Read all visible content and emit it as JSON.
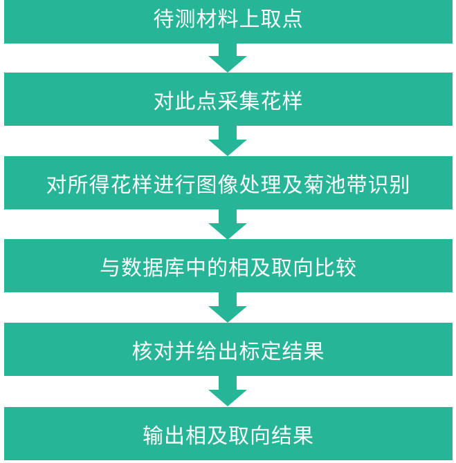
{
  "colors": {
    "box": "#26b596",
    "text": "#ffffff",
    "background": "#ffffff"
  },
  "flow": {
    "steps": [
      {
        "label": "待测材料上取点"
      },
      {
        "label": "对此点采集花样"
      },
      {
        "label": "对所得花样进行图像处理及菊池带识别"
      },
      {
        "label": "与数据库中的相及取向比较"
      },
      {
        "label": "核对并给出标定结果"
      },
      {
        "label": "输出相及取向结果"
      }
    ]
  }
}
